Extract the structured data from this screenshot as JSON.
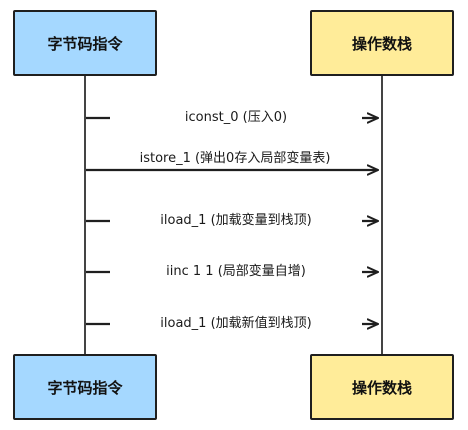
{
  "participants": {
    "left": "字节码指令",
    "right": "操作数栈"
  },
  "messages": [
    {
      "label": "iconst_0 (压入0)"
    },
    {
      "label": "istore_1 (弹出0存入局部变量表)"
    },
    {
      "label": "iload_1 (加载变量到栈顶)"
    },
    {
      "label": "iinc 1 1 (局部变量自增)"
    },
    {
      "label": "iload_1 (加载新值到栈顶)"
    }
  ],
  "colors": {
    "left_box": "#a5d8ff",
    "right_box": "#ffec99",
    "stroke": "#1f1f1f"
  }
}
